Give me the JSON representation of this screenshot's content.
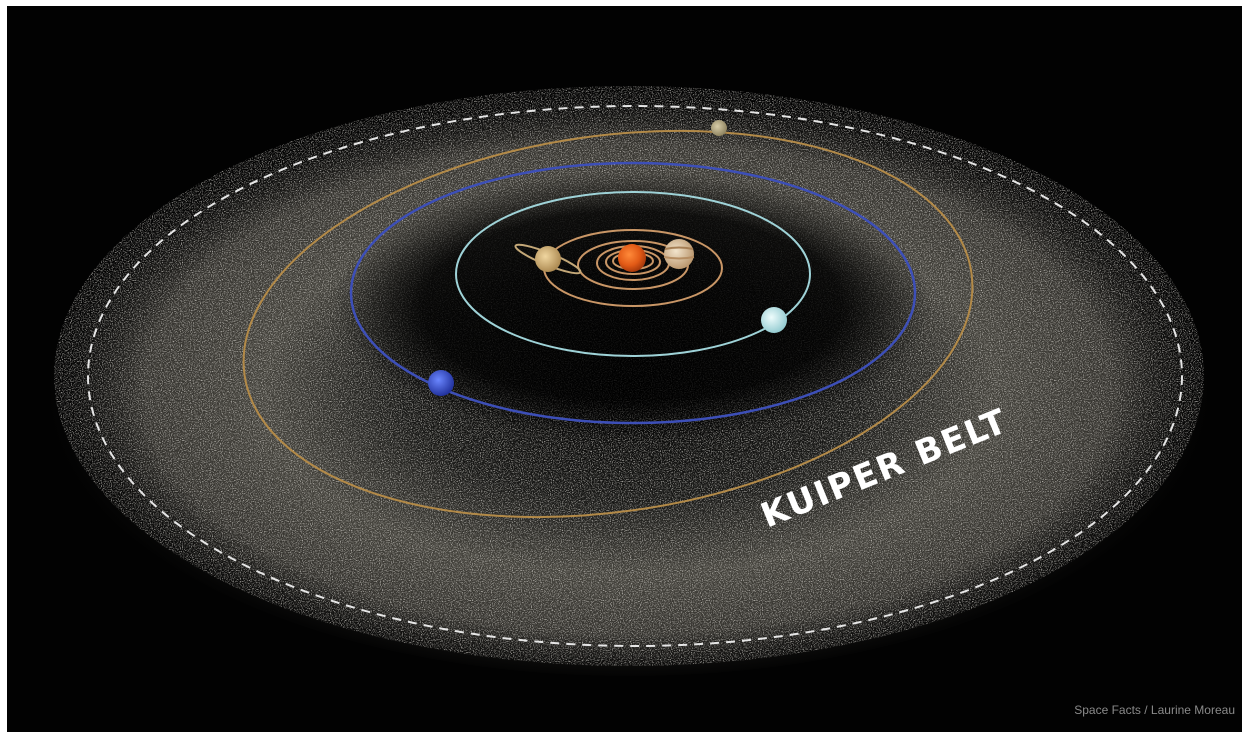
{
  "diagram": {
    "region_label": "KUIPER BELT",
    "credit": "Space Facts / Laurine Moreau"
  },
  "colors": {
    "background": "#020202",
    "belt_dust": "#d8d4c8",
    "belt_boundary": "#e6e6e6",
    "sun": "#e25a16",
    "inner_orbits": "#c99666",
    "uranus_orbit": "#9fd3d8",
    "neptune_orbit": "#3d4fb8",
    "pluto_orbit": "#b38a48",
    "saturn": "#d9b77e",
    "jupiter": "#ddc6a4",
    "uranus": "#c9eef0",
    "neptune": "#3550d6",
    "pluto": "#b7ab84"
  },
  "bodies": [
    {
      "name": "sun",
      "icon": "sun-icon"
    },
    {
      "name": "jupiter",
      "icon": "jupiter-icon"
    },
    {
      "name": "saturn",
      "icon": "saturn-icon"
    },
    {
      "name": "uranus",
      "icon": "uranus-icon"
    },
    {
      "name": "neptune",
      "icon": "neptune-icon"
    },
    {
      "name": "pluto",
      "icon": "pluto-icon"
    }
  ]
}
